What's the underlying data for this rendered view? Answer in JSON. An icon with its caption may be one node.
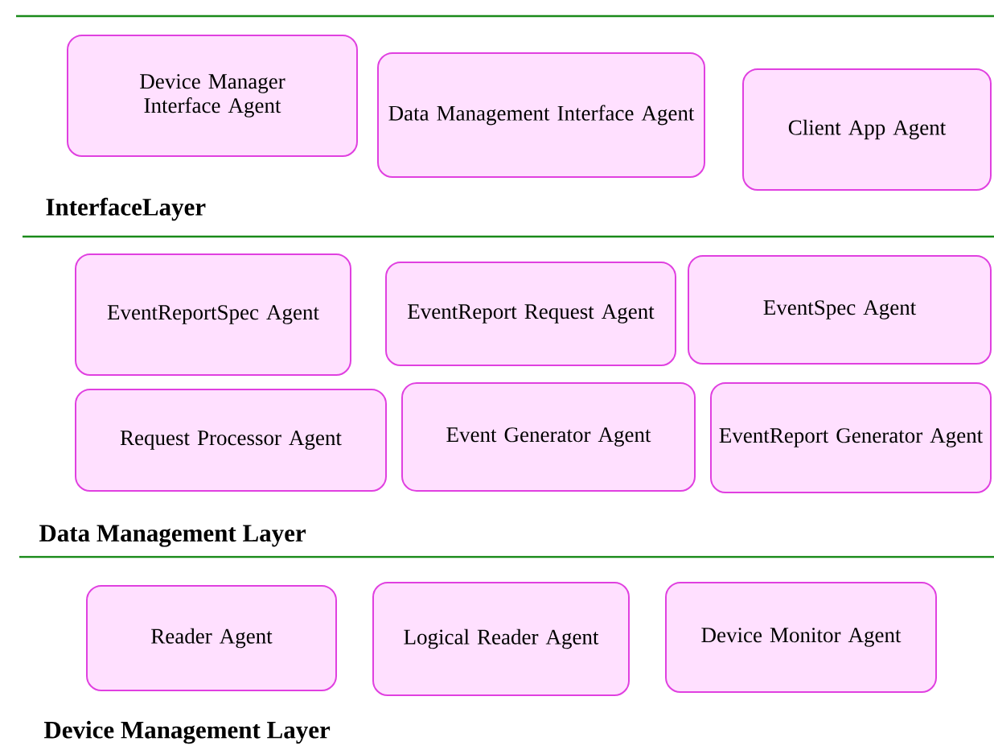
{
  "diagram": {
    "nodes": [
      {
        "text": [
          "Device Manager Interface Agent"
        ]
      },
      {
        "text": [
          "Data Management Interface Agent"
        ]
      },
      {
        "text": [
          "Client App Agent"
        ]
      },
      {
        "text": [
          "EventReportSpec Agent"
        ]
      },
      {
        "text": [
          "EventReport Request Agent"
        ]
      },
      {
        "text": [
          "EventSpec Agent"
        ]
      },
      {
        "text": [
          "Request Processor Agent"
        ]
      },
      {
        "text": [
          "Event Generator Agent"
        ]
      },
      {
        "text": [
          "EventReport Generator Agent"
        ]
      },
      {
        "text": [
          "Reader Agent"
        ]
      },
      {
        "text": [
          "Logical Reader Agent"
        ]
      },
      {
        "text": [
          "Device Monitor Agent"
        ]
      }
    ],
    "labels": [
      "InterfaceLayer",
      "Data Management Layer",
      "Device Management Layer"
    ]
  }
}
